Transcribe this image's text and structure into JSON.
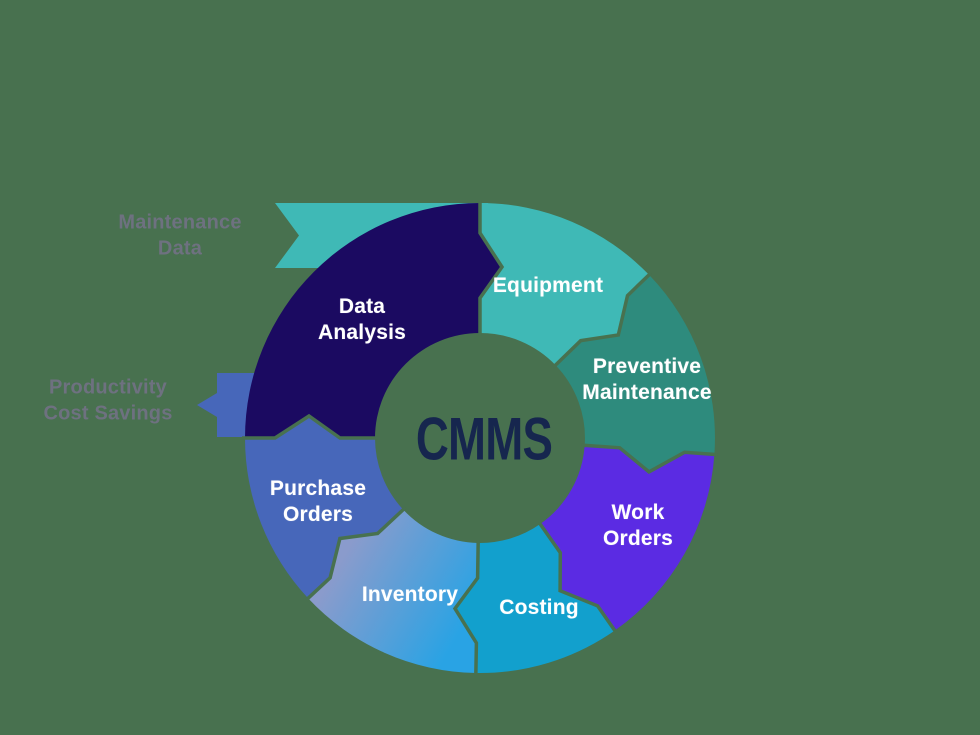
{
  "colors": {
    "background": "#48714F",
    "center_text": "#16264E",
    "external_label_text": "#6E7180",
    "segment_label_text": "#FFFFFF"
  },
  "chart_data": {
    "type": "cycle-diagram",
    "flow_direction": "clockwise",
    "center_label": "CMMS",
    "segments": [
      {
        "id": "equipment",
        "label": "Equipment",
        "label_lines": [
          "Equipment"
        ],
        "color": "#3FB9B6",
        "start_angle": 0,
        "end_angle": 46
      },
      {
        "id": "preventive-maintenance",
        "label": "Preventive Maintenance",
        "label_lines": [
          "Preventive",
          "Maintenance"
        ],
        "color": "#2E8B7D",
        "start_angle": 46,
        "end_angle": 94
      },
      {
        "id": "work-orders",
        "label": "Work Orders",
        "label_lines": [
          "Work",
          "Orders"
        ],
        "color": "#5B2BE3",
        "start_angle": 94,
        "end_angle": 145
      },
      {
        "id": "costing",
        "label": "Costing",
        "label_lines": [
          "Costing"
        ],
        "color": "#12A0CD",
        "start_angle": 145,
        "end_angle": 181
      },
      {
        "id": "inventory",
        "label": "Inventory",
        "label_lines": [
          "Inventory"
        ],
        "color": "#2AA3E4",
        "gradient": [
          "#8A9BCC",
          "#29A3E4"
        ],
        "start_angle": 181,
        "end_angle": 227
      },
      {
        "id": "purchase-orders",
        "label": "Purchase Orders",
        "label_lines": [
          "Purchase",
          "Orders"
        ],
        "color": "#4767BA",
        "start_angle": 227,
        "end_angle": 270
      },
      {
        "id": "data-analysis",
        "label": "Data Analysis",
        "label_lines": [
          "Data",
          "Analysis"
        ],
        "color": "#1B0A61",
        "start_angle": 270,
        "end_angle": 360
      }
    ],
    "external_labels": [
      {
        "id": "maintenance-data",
        "line1": "Maintenance",
        "line2": "Data",
        "tab_color": "#3FB9B6"
      },
      {
        "id": "productivity-cost-savings",
        "line1": "Productivity",
        "line2": "Cost Savings",
        "tab_color": "#4767BA"
      }
    ]
  }
}
